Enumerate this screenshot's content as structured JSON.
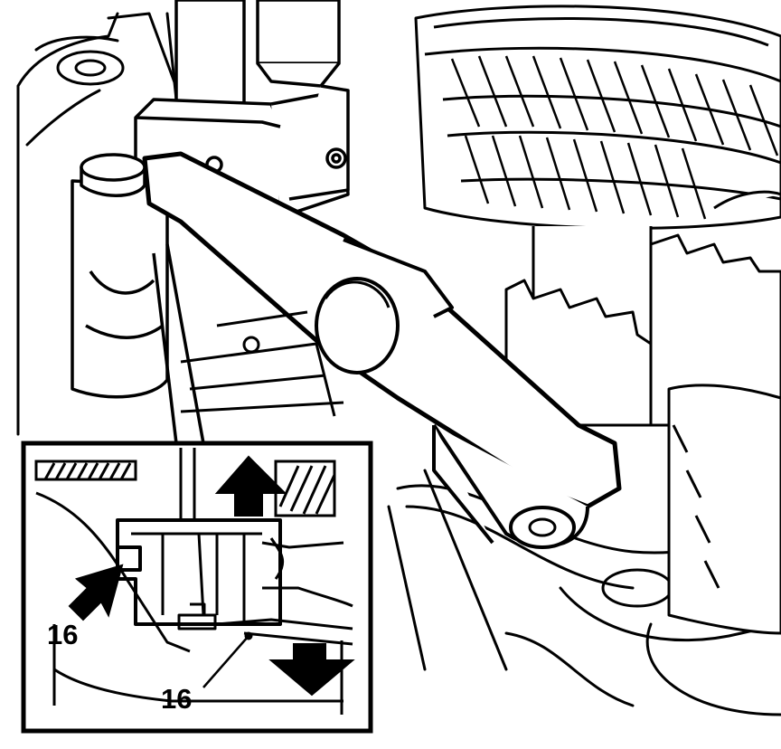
{
  "figure": {
    "callouts": [
      {
        "id": "callout-a",
        "text": "16"
      },
      {
        "id": "callout-b",
        "text": "16"
      }
    ],
    "colors": {
      "ink": "#000000",
      "paper": "#ffffff",
      "hatch": "#000000"
    }
  }
}
